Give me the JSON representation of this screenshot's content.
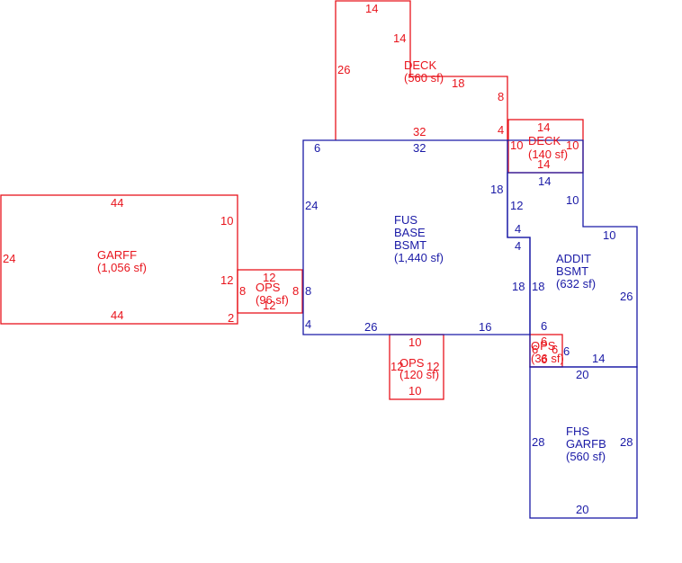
{
  "colors": {
    "red": "#e8141c",
    "blue": "#1a1aa6",
    "background": "#ffffff"
  },
  "areas": {
    "deck_top": {
      "name": "DECK",
      "area": "(560 sf)",
      "dims": [
        "14",
        "14",
        "26",
        "18",
        "8",
        "4",
        "32"
      ]
    },
    "deck_small": {
      "name": "DECK",
      "area": "(140 sf)",
      "dims": [
        "14",
        "10",
        "14",
        "10"
      ]
    },
    "garff": {
      "name": "GARFF",
      "area": "(1,056 sf)",
      "dims": [
        "44",
        "10",
        "24",
        "12",
        "44",
        "2"
      ]
    },
    "ops_left": {
      "name": "OPS",
      "area": "(96 sf)",
      "dims": [
        "12",
        "8",
        "8",
        "12"
      ]
    },
    "fus": {
      "line1": "FUS",
      "line2": "BASE",
      "line3": "BSMT",
      "area": "(1,440 sf)",
      "dims": [
        "6",
        "32",
        "24",
        "18",
        "12",
        "4",
        "4",
        "18",
        "8",
        "4",
        "26",
        "16"
      ]
    },
    "ops_bottom": {
      "name": "OPS",
      "area": "(120 sf)",
      "dims": [
        "10",
        "12",
        "12",
        "10"
      ]
    },
    "addit": {
      "line1": "ADDIT",
      "line2": "BSMT",
      "area": "(632 sf)",
      "dims": [
        "14",
        "10",
        "10",
        "18",
        "26",
        "6",
        "6",
        "14",
        "20"
      ]
    },
    "ops_small": {
      "name": "OPS",
      "area": "(36 sf)",
      "dims": [
        "6",
        "6",
        "6",
        "6"
      ]
    },
    "fhs": {
      "line1": "FHS",
      "line2": "GARFB",
      "area": "(560 sf)",
      "dims": [
        "28",
        "28",
        "20"
      ]
    }
  }
}
